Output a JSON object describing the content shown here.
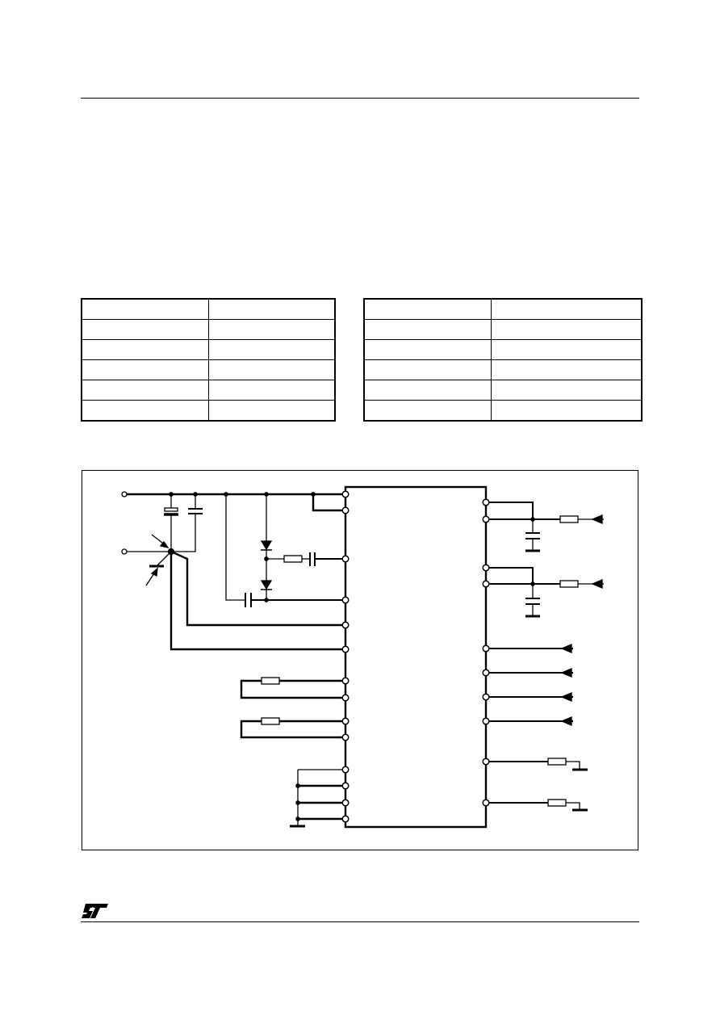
{
  "page": {
    "header_rule": "",
    "footer_rule": ""
  },
  "tables": [
    {
      "rows": 6,
      "cols": 2
    },
    {
      "rows": 6,
      "cols": 2
    }
  ],
  "logo": {
    "icon": "st-logo"
  },
  "figure": {
    "kind": "application circuit schematic",
    "icons": [
      "resistor",
      "capacitor",
      "diode",
      "ground",
      "arrow",
      "ic-package"
    ]
  }
}
